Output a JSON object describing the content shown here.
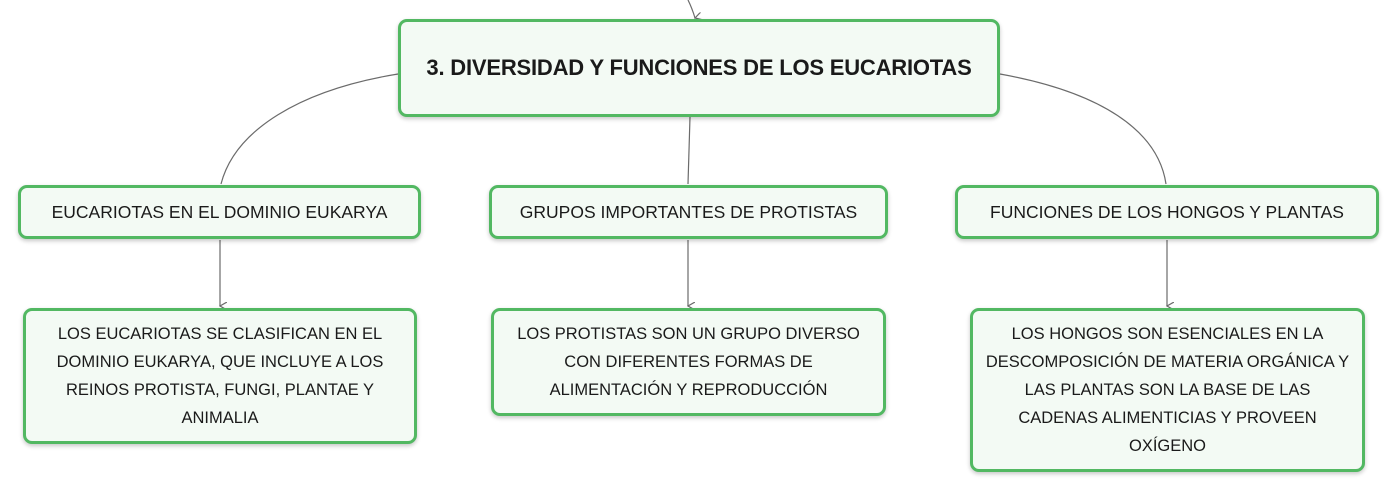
{
  "root": {
    "title": "3. DIVERSIDAD Y FUNCIONES DE LOS EUCARIOTAS"
  },
  "topics": [
    {
      "label": "EUCARIOTAS EN EL DOMINIO EUKARYA",
      "detail": "LOS EUCARIOTAS SE CLASIFICAN EN EL DOMINIO EUKARYA, QUE INCLUYE A LOS REINOS PROTISTA, FUNGI, PLANTAE Y ANIMALIA"
    },
    {
      "label": "GRUPOS IMPORTANTES DE PROTISTAS",
      "detail": "LOS PROTISTAS SON UN GRUPO DIVERSO CON DIFERENTES FORMAS DE ALIMENTACIÓN Y REPRODUCCIÓN"
    },
    {
      "label": "FUNCIONES DE LOS HONGOS Y PLANTAS",
      "detail": "LOS HONGOS SON ESENCIALES EN LA DESCOMPOSICIÓN DE MATERIA ORGÁNICA Y LAS PLANTAS SON LA BASE DE LAS CADENAS ALIMENTICIAS Y PROVEEN OXÍGENO"
    }
  ],
  "style": {
    "node_border": "#52b862",
    "node_fill": "#f3faf4",
    "connector": "#6b6b6b"
  }
}
